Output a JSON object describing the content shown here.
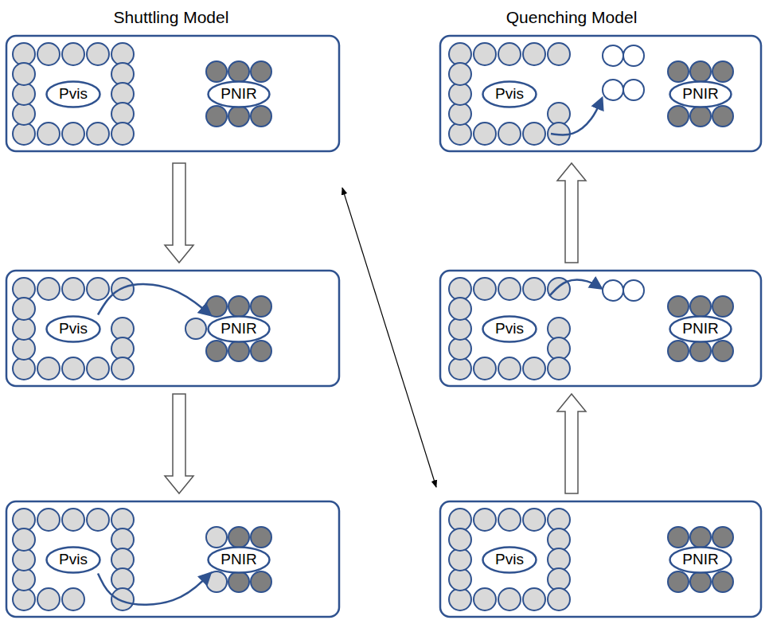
{
  "diagram": {
    "nodes": [
      {
        "text": [
          "Pvis"
        ]
      },
      {
        "text": [
          "PNIR"
        ]
      },
      {
        "text": [
          "Pvis"
        ]
      },
      {
        "text": [
          "PNIR"
        ]
      },
      {
        "text": [
          "Pvis"
        ]
      },
      {
        "text": [
          "PNIR"
        ]
      },
      {
        "text": [
          "Pvis"
        ]
      },
      {
        "text": [
          "PNIR"
        ]
      },
      {
        "text": [
          "Pvis"
        ]
      },
      {
        "text": [
          "PNIR"
        ]
      },
      {
        "text": [
          "Pvis"
        ]
      },
      {
        "text": [
          "PNIR"
        ]
      }
    ],
    "edges": [
      {
        "from": 2,
        "to": 3,
        "arrow": "to"
      },
      {
        "from": 4,
        "to": 5,
        "arrow": "to"
      }
    ],
    "labels": [
      "Shuttling Model",
      "Quenching Model"
    ]
  }
}
